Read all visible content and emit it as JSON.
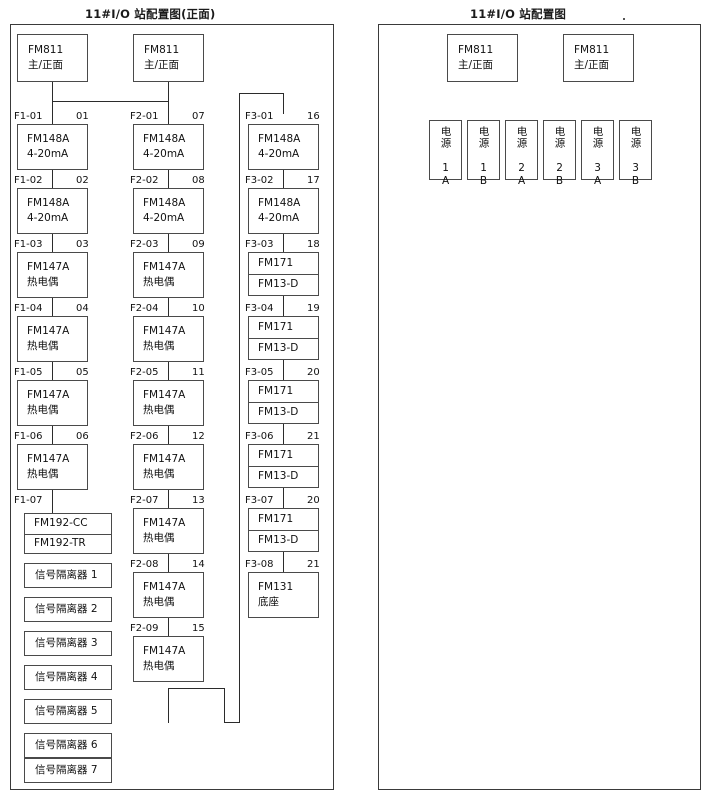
{
  "left_panel": {
    "title": "11#I/O 站配置图(正面)",
    "heads": [
      {
        "line1": "FM811",
        "line2": "主/正面"
      },
      {
        "line1": "FM811",
        "line2": "主/正面"
      }
    ],
    "columns": [
      {
        "id": "F1",
        "modules": [
          {
            "tag": "F1-01",
            "num": "01",
            "line1": "FM148A",
            "line2": "4-20mA",
            "style": "stack"
          },
          {
            "tag": "F1-02",
            "num": "02",
            "line1": "FM148A",
            "line2": "4-20mA",
            "style": "stack"
          },
          {
            "tag": "F1-03",
            "num": "03",
            "line1": "FM147A",
            "line2": "热电偶",
            "style": "stack"
          },
          {
            "tag": "F1-04",
            "num": "04",
            "line1": "FM147A",
            "line2": "热电偶",
            "style": "stack"
          },
          {
            "tag": "F1-05",
            "num": "05",
            "line1": "FM147A",
            "line2": "热电偶",
            "style": "stack"
          },
          {
            "tag": "F1-06",
            "num": "06",
            "line1": "FM147A",
            "line2": "热电偶",
            "style": "stack"
          },
          {
            "tag": "F1-07",
            "num": "",
            "line1": "FM192-CC",
            "line2": "FM192-TR",
            "style": "split"
          }
        ],
        "isolators": [
          {
            "label": "信号隔离器 1"
          },
          {
            "label": "信号隔离器 2"
          },
          {
            "label": "信号隔离器 3"
          },
          {
            "label": "信号隔离器 4"
          },
          {
            "label": "信号隔离器 5"
          },
          {
            "label": "信号隔离器 6"
          },
          {
            "label": "信号隔离器 7"
          }
        ]
      },
      {
        "id": "F2",
        "modules": [
          {
            "tag": "F2-01",
            "num": "07",
            "line1": "FM148A",
            "line2": "4-20mA",
            "style": "stack"
          },
          {
            "tag": "F2-02",
            "num": "08",
            "line1": "FM148A",
            "line2": "4-20mA",
            "style": "stack"
          },
          {
            "tag": "F2-03",
            "num": "09",
            "line1": "FM147A",
            "line2": "热电偶",
            "style": "stack"
          },
          {
            "tag": "F2-04",
            "num": "10",
            "line1": "FM147A",
            "line2": "热电偶",
            "style": "stack"
          },
          {
            "tag": "F2-05",
            "num": "11",
            "line1": "FM147A",
            "line2": "热电偶",
            "style": "stack"
          },
          {
            "tag": "F2-06",
            "num": "12",
            "line1": "FM147A",
            "line2": "热电偶",
            "style": "stack"
          },
          {
            "tag": "F2-07",
            "num": "13",
            "line1": "FM147A",
            "line2": "热电偶",
            "style": "stack"
          },
          {
            "tag": "F2-08",
            "num": "14",
            "line1": "FM147A",
            "line2": "热电偶",
            "style": "stack"
          },
          {
            "tag": "F2-09",
            "num": "15",
            "line1": "FM147A",
            "line2": "热电偶",
            "style": "stack"
          }
        ],
        "isolators": []
      },
      {
        "id": "F3",
        "modules": [
          {
            "tag": "F3-01",
            "num": "16",
            "line1": "FM148A",
            "line2": "4-20mA",
            "style": "stack"
          },
          {
            "tag": "F3-02",
            "num": "17",
            "line1": "FM148A",
            "line2": "4-20mA",
            "style": "stack"
          },
          {
            "tag": "F3-03",
            "num": "18",
            "line1": "FM171",
            "line2": "FM13-D",
            "style": "split"
          },
          {
            "tag": "F3-04",
            "num": "19",
            "line1": "FM171",
            "line2": "FM13-D",
            "style": "split"
          },
          {
            "tag": "F3-05",
            "num": "20",
            "line1": "FM171",
            "line2": "FM13-D",
            "style": "split"
          },
          {
            "tag": "F3-06",
            "num": "21",
            "line1": "FM171",
            "line2": "FM13-D",
            "style": "split"
          },
          {
            "tag": "F3-07",
            "num": "20",
            "line1": "FM171",
            "line2": "FM13-D",
            "style": "split"
          },
          {
            "tag": "F3-08",
            "num": "21",
            "line1": "FM131",
            "line2": "底座",
            "style": "stack"
          }
        ],
        "isolators": []
      }
    ]
  },
  "right_panel": {
    "title": "11#I/O 站配置图",
    "heads": [
      {
        "line1": "FM811",
        "line2": "主/正面"
      },
      {
        "line1": "FM811",
        "line2": "主/正面"
      }
    ],
    "power_supplies": [
      {
        "label": "电源 1A"
      },
      {
        "label": "电源 1B"
      },
      {
        "label": "电源 2A"
      },
      {
        "label": "电源 2B"
      },
      {
        "label": "电源 3A"
      },
      {
        "label": "电源 3B"
      }
    ]
  },
  "colors": {
    "border": "#4a4a4a",
    "panel_border": "#3a3a3a",
    "line": "#2b2b2b",
    "text": "#111111",
    "background": "#ffffff"
  }
}
